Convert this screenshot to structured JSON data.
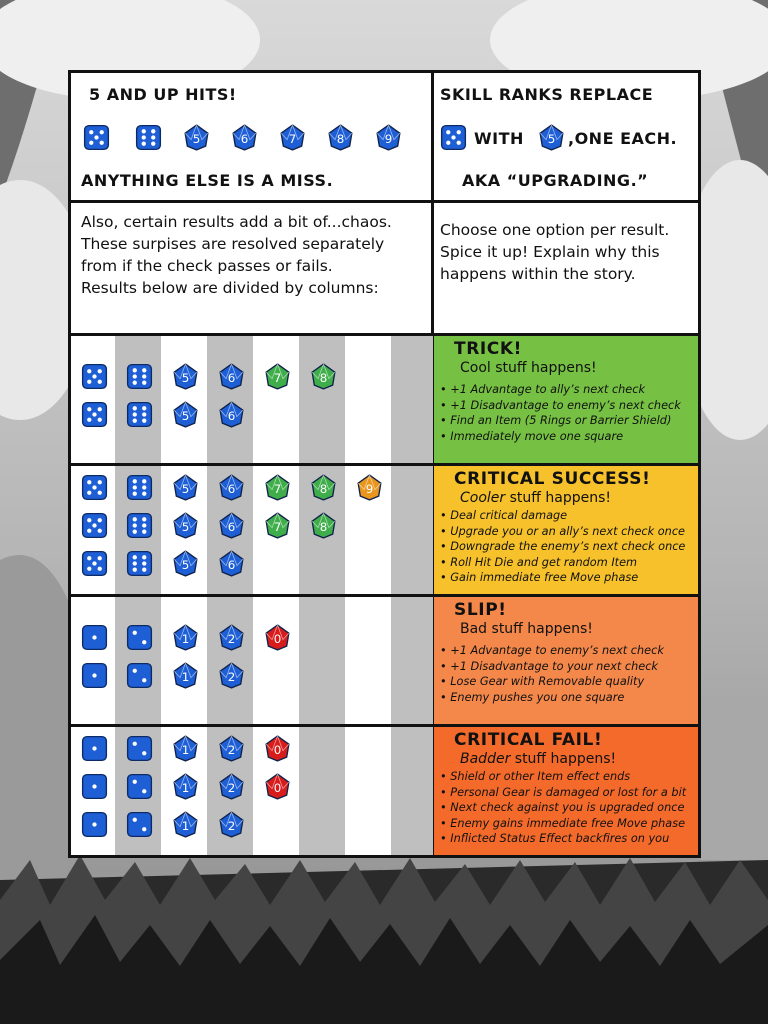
{
  "header": {
    "left_top": "5 AND UP HITS!",
    "left_bottom": "ANYTHING ELSE IS A MISS.",
    "right_top": "SKILL RANKS REPLACE",
    "right_with": "WITH",
    "right_tail": ",ONE EACH.",
    "right_bottom": "AKA “UPGRADING.”"
  },
  "hit_dice": [
    {
      "kind": "d6",
      "pips": 5
    },
    {
      "kind": "d6",
      "pips": 6
    },
    {
      "kind": "d10",
      "face": "5",
      "color": "#1e5fd6"
    },
    {
      "kind": "d10",
      "face": "6",
      "color": "#1e5fd6"
    },
    {
      "kind": "d10",
      "face": "7",
      "color": "#1e5fd6"
    },
    {
      "kind": "d10",
      "face": "8",
      "color": "#1e5fd6"
    },
    {
      "kind": "d10",
      "face": "9",
      "color": "#1e5fd6"
    }
  ],
  "upgrade_face": "5",
  "intro": {
    "left": [
      "Also, certain results add a bit of...chaos.",
      "These surpises are resolved separately",
      "from if the check passes or fails.",
      "Results below are divided by columns:"
    ],
    "right": [
      "Choose one option per result.",
      "Spice it up! Explain why this",
      "happens within the story."
    ]
  },
  "colors": {
    "blue": "#1e5fd6",
    "green": "#3fae4a",
    "orange_die": "#e8961e",
    "red_die": "#d81c1c",
    "trick": "#76c043",
    "crit_success": "#f6c12a",
    "slip": "#f4884a",
    "crit_fail": "#f46a2a"
  },
  "results": [
    {
      "title": "TRICK!",
      "sub_em": "",
      "sub": "Cool stuff happens!",
      "bg": "#76c043",
      "items": [
        "+1 Advantage to ally’s next check",
        "+1 Disadvantage to enemy’s next check",
        "Find an Item (5 Rings or Barrier Shield)",
        "Immediately move one square"
      ],
      "dice": [
        [
          {
            "kind": "d6",
            "pips": 5
          },
          {
            "kind": "d6",
            "pips": 6
          },
          {
            "kind": "d10",
            "face": "5",
            "color": "#1e5fd6"
          },
          {
            "kind": "d10",
            "face": "6",
            "color": "#1e5fd6"
          },
          {
            "kind": "d10",
            "face": "7",
            "color": "#3fae4a"
          },
          {
            "kind": "d10",
            "face": "8",
            "color": "#3fae4a"
          }
        ],
        [
          {
            "kind": "d6",
            "pips": 5
          },
          {
            "kind": "d6",
            "pips": 6
          },
          {
            "kind": "d10",
            "face": "5",
            "color": "#1e5fd6"
          },
          {
            "kind": "d10",
            "face": "6",
            "color": "#1e5fd6"
          }
        ]
      ]
    },
    {
      "title": "CRITICAL SUCCESS!",
      "sub_em": "Cooler",
      "sub": " stuff happens!",
      "bg": "#f6c12a",
      "items": [
        "Deal critical damage",
        "Upgrade you or an ally’s next check once",
        "Downgrade the enemy’s next check once",
        "Roll Hit Die and get random Item",
        "Gain immediate free Move phase"
      ],
      "dice": [
        [
          {
            "kind": "d6",
            "pips": 5
          },
          {
            "kind": "d6",
            "pips": 6
          },
          {
            "kind": "d10",
            "face": "5",
            "color": "#1e5fd6"
          },
          {
            "kind": "d10",
            "face": "6",
            "color": "#1e5fd6"
          },
          {
            "kind": "d10",
            "face": "7",
            "color": "#3fae4a"
          },
          {
            "kind": "d10",
            "face": "8",
            "color": "#3fae4a"
          },
          {
            "kind": "d10",
            "face": "9",
            "color": "#e8961e"
          }
        ],
        [
          {
            "kind": "d6",
            "pips": 5
          },
          {
            "kind": "d6",
            "pips": 6
          },
          {
            "kind": "d10",
            "face": "5",
            "color": "#1e5fd6"
          },
          {
            "kind": "d10",
            "face": "6",
            "color": "#1e5fd6"
          },
          {
            "kind": "d10",
            "face": "7",
            "color": "#3fae4a"
          },
          {
            "kind": "d10",
            "face": "8",
            "color": "#3fae4a"
          }
        ],
        [
          {
            "kind": "d6",
            "pips": 5
          },
          {
            "kind": "d6",
            "pips": 6
          },
          {
            "kind": "d10",
            "face": "5",
            "color": "#1e5fd6"
          },
          {
            "kind": "d10",
            "face": "6",
            "color": "#1e5fd6"
          }
        ]
      ]
    },
    {
      "title": "SLIP!",
      "sub_em": "",
      "sub": "Bad stuff happens!",
      "bg": "#f4884a",
      "items": [
        "+1 Advantage to enemy’s next check",
        "+1 Disadvantage to your next check",
        "Lose Gear with Removable quality",
        "Enemy pushes you one square"
      ],
      "dice": [
        [
          {
            "kind": "d6",
            "pips": 1
          },
          {
            "kind": "d6",
            "pips": 2
          },
          {
            "kind": "d10",
            "face": "1",
            "color": "#1e5fd6"
          },
          {
            "kind": "d10",
            "face": "2",
            "color": "#1e5fd6"
          },
          {
            "kind": "d10",
            "face": "0",
            "color": "#d81c1c"
          }
        ],
        [
          {
            "kind": "d6",
            "pips": 1
          },
          {
            "kind": "d6",
            "pips": 2
          },
          {
            "kind": "d10",
            "face": "1",
            "color": "#1e5fd6"
          },
          {
            "kind": "d10",
            "face": "2",
            "color": "#1e5fd6"
          }
        ]
      ]
    },
    {
      "title": "CRITICAL FAIL!",
      "sub_em": "Badder",
      "sub": " stuff happens!",
      "bg": "#f46a2a",
      "items": [
        "Shield or other Item effect ends",
        "Personal Gear is damaged or lost for a bit",
        "Next check against you is upgraded once",
        "Enemy gains immediate free Move phase",
        "Inflicted Status Effect backfires on you"
      ],
      "dice": [
        [
          {
            "kind": "d6",
            "pips": 1
          },
          {
            "kind": "d6",
            "pips": 2
          },
          {
            "kind": "d10",
            "face": "1",
            "color": "#1e5fd6"
          },
          {
            "kind": "d10",
            "face": "2",
            "color": "#1e5fd6"
          },
          {
            "kind": "d10",
            "face": "0",
            "color": "#d81c1c"
          }
        ],
        [
          {
            "kind": "d6",
            "pips": 1
          },
          {
            "kind": "d6",
            "pips": 2
          },
          {
            "kind": "d10",
            "face": "1",
            "color": "#1e5fd6"
          },
          {
            "kind": "d10",
            "face": "2",
            "color": "#1e5fd6"
          },
          {
            "kind": "d10",
            "face": "0",
            "color": "#d81c1c"
          }
        ],
        [
          {
            "kind": "d6",
            "pips": 1
          },
          {
            "kind": "d6",
            "pips": 2
          },
          {
            "kind": "d10",
            "face": "1",
            "color": "#1e5fd6"
          },
          {
            "kind": "d10",
            "face": "2",
            "color": "#1e5fd6"
          }
        ]
      ]
    }
  ]
}
